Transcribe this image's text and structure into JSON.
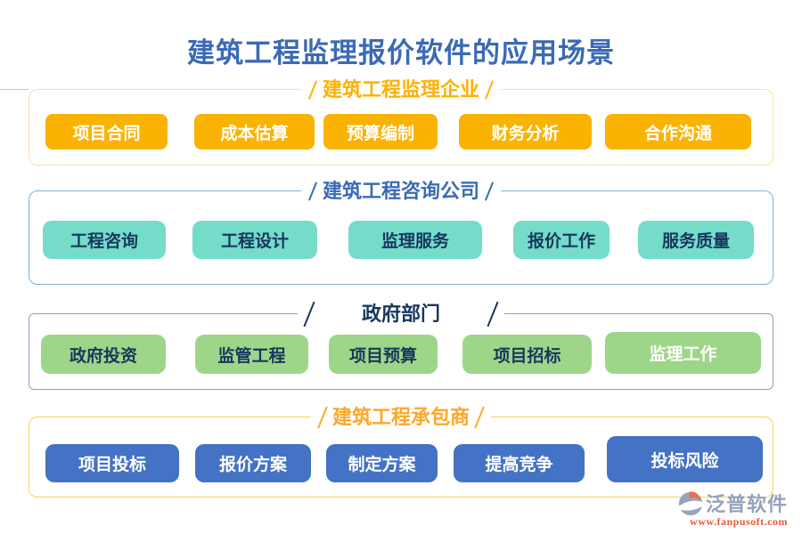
{
  "title": "建筑工程监理报价软件的应用场景",
  "sections": [
    {
      "label": "建筑工程监理企业",
      "items": [
        "项目合同",
        "成本估算",
        "预算编制",
        "财务分析",
        "合作沟通"
      ]
    },
    {
      "label": "建筑工程咨询公司",
      "items": [
        "工程咨询",
        "工程设计",
        "监理服务",
        "报价工作",
        "服务质量"
      ]
    },
    {
      "label": "政府部门",
      "items": [
        "政府投资",
        "监管工程",
        "项目预算",
        "项目招标",
        "监理工作"
      ]
    },
    {
      "label": "建筑工程承包商",
      "items": [
        "项目投标",
        "报价方案",
        "制定方案",
        "提高竞争",
        "投标风险"
      ]
    }
  ],
  "footer": {
    "brand": "泛普软件",
    "website": "www.fanpusoft.com"
  },
  "colors": {
    "title_text": "#3B6AB5",
    "sections": [
      {
        "header_text": "#FFB100",
        "box_border": "#FFDF9A",
        "button_bg": "#FBB303",
        "button_text": "#FFFFFF"
      },
      {
        "header_text": "#3A6BB5",
        "box_border": "#7EAEDC",
        "button_bg": "#74DCC9",
        "button_text": "#17375E"
      },
      {
        "header_text": "#17375E",
        "box_border": "#959EC1",
        "button_bg": "#9ED689",
        "button_text": "#17375E",
        "last_button_text": "#FFFFFF"
      },
      {
        "header_text": "#FFA727",
        "box_border": "#FFD24D",
        "button_bg": "#4472C4",
        "button_text": "#FFFFFF"
      }
    ],
    "brand_text": "#94A3B8",
    "website_text": "#E8583C"
  }
}
